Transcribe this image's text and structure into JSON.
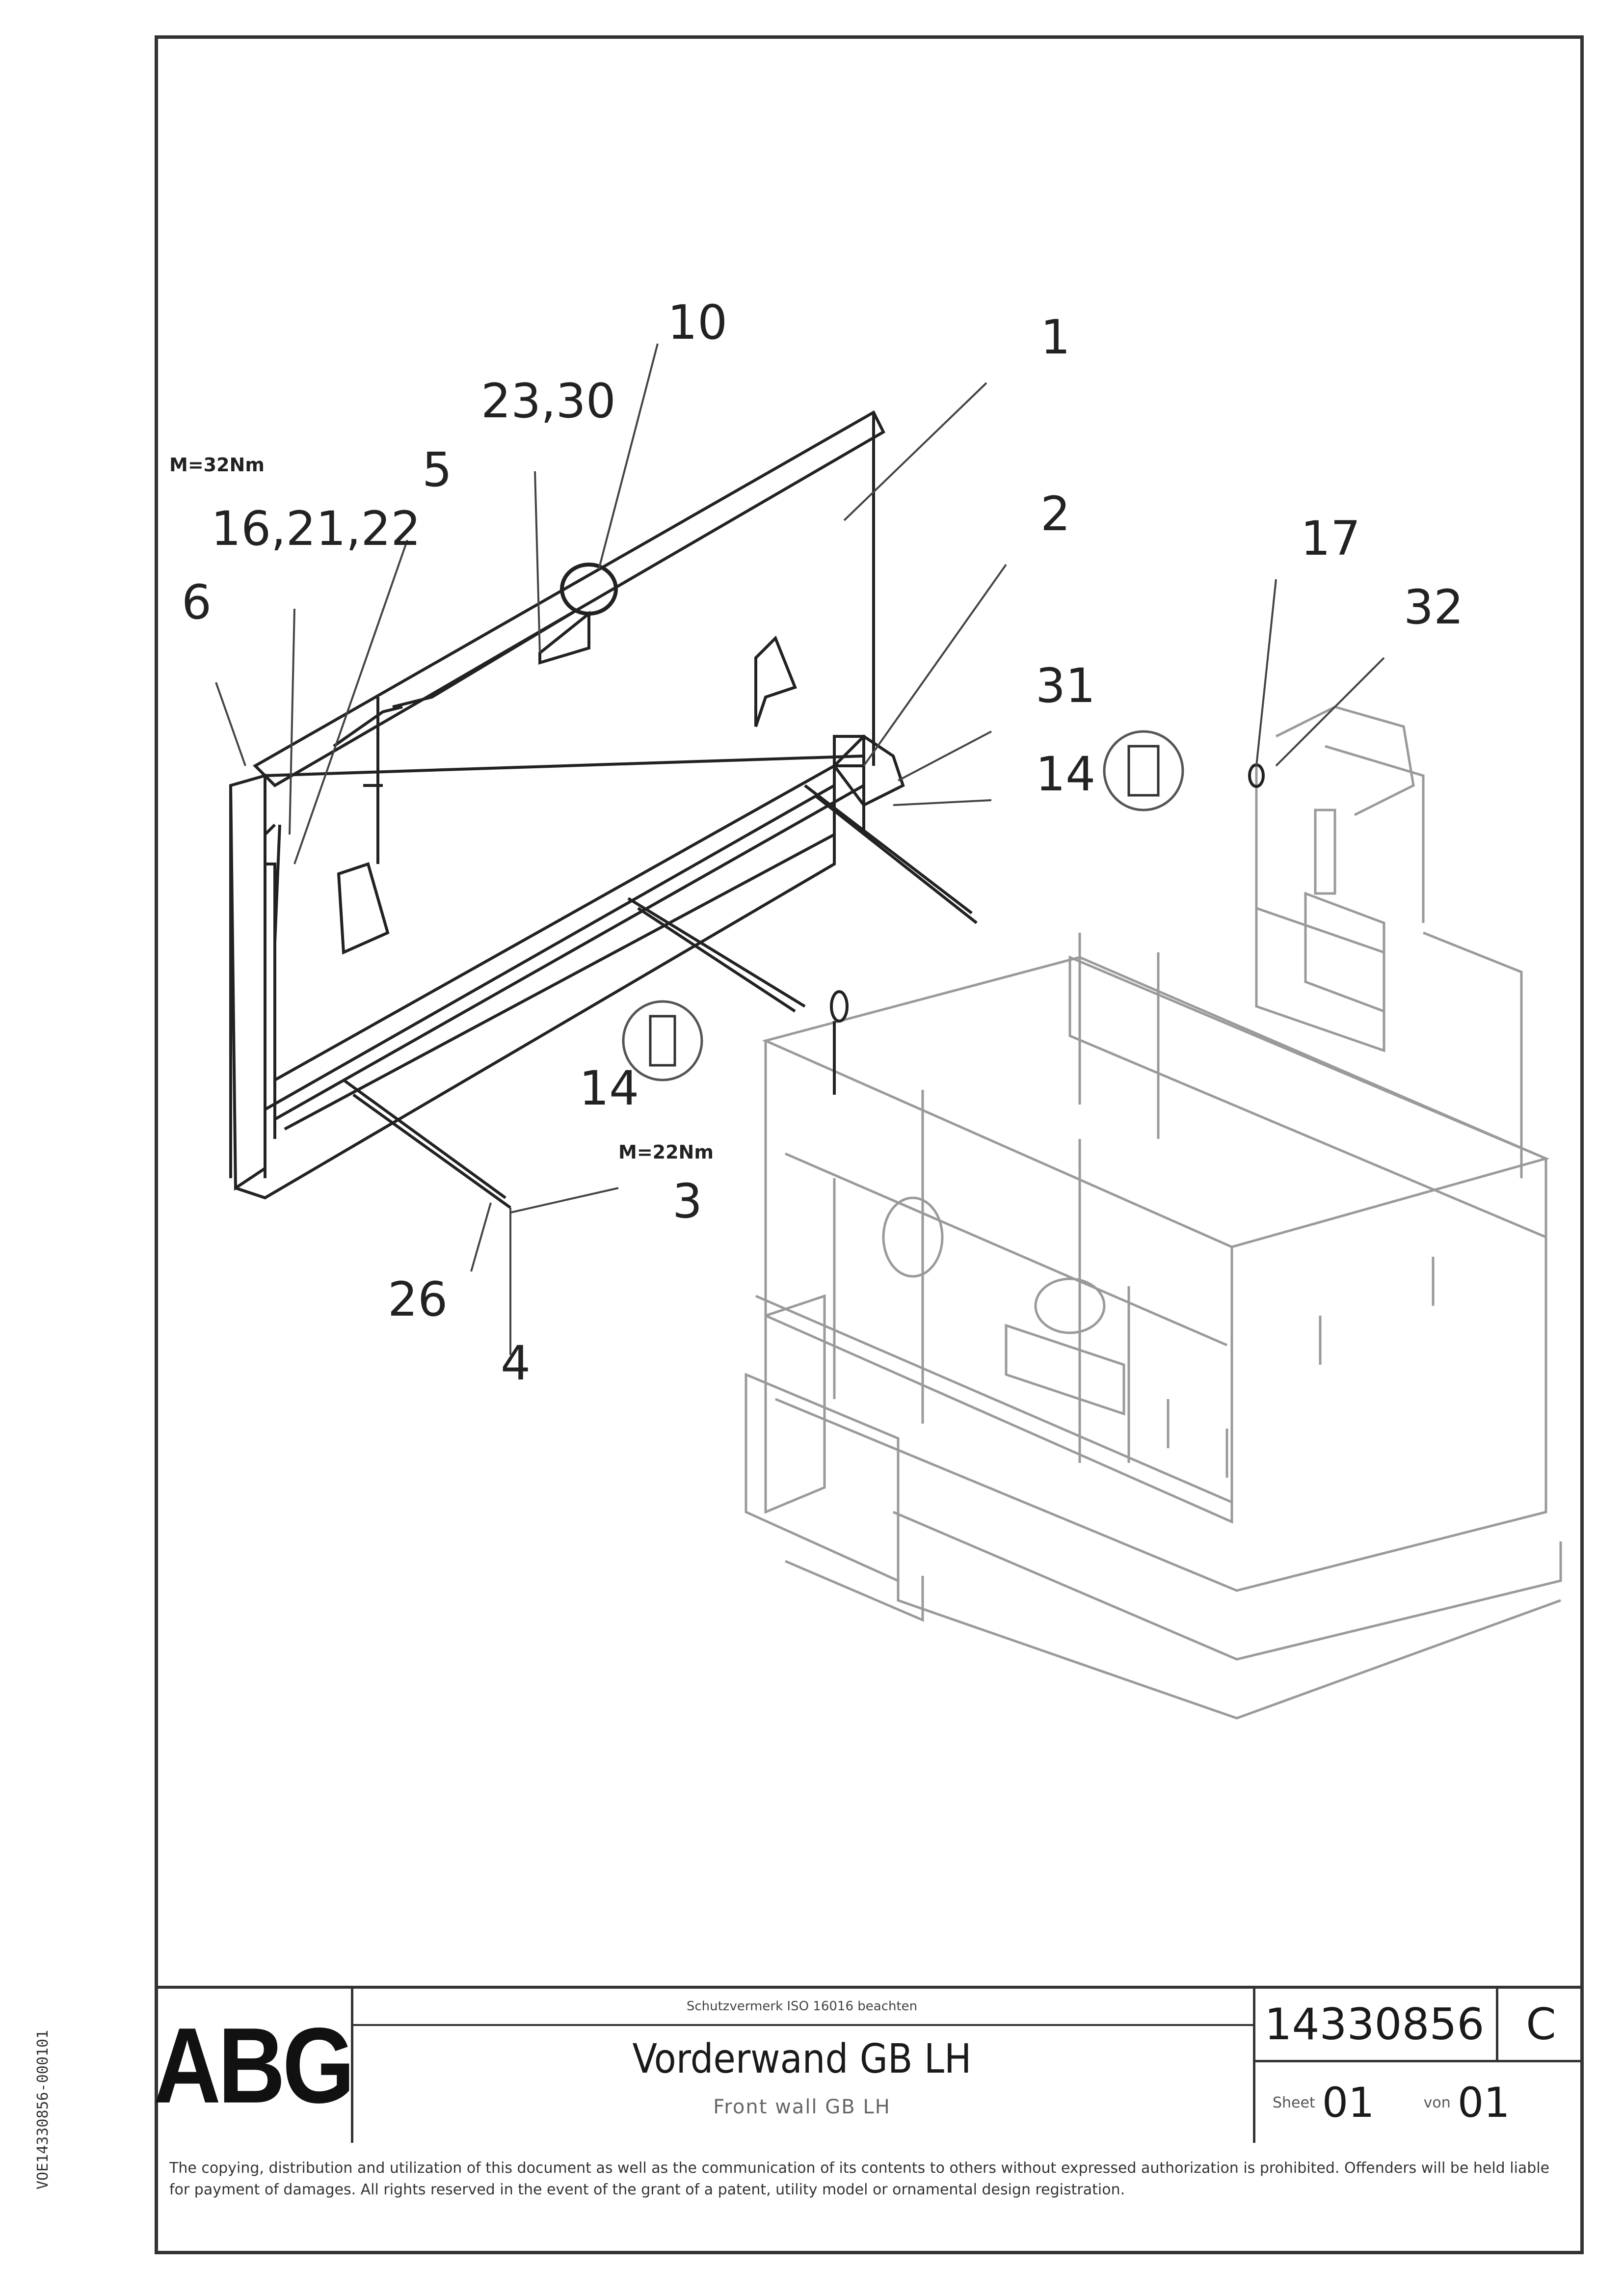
{
  "drawing": {
    "callouts": [
      "10",
      "1",
      "23,30",
      "5",
      "16,21,22",
      "6",
      "2",
      "17",
      "32",
      "31",
      "14",
      "14",
      "3",
      "26",
      "4"
    ],
    "torque_labels": [
      "M=32Nm",
      "M=22Nm"
    ]
  },
  "title_block": {
    "logo": "ABG",
    "header_note": "Schutzvermerk ISO 16016 beachten",
    "title": "Vorderwand GB LH",
    "subtitle": "Front wall GB LH",
    "part_number": "14330856",
    "revision": "C",
    "sheet_label": "Sheet",
    "sheet_value": "01",
    "of_label": "von",
    "of_value": "01"
  },
  "notice": "The copying, distribution and utilization of this document as well as the communication of its contents to others without expressed authorization is prohibited. Offenders will be held liable for payment of damages. All rights reserved in the event of the grant of a patent, utility model or ornamental design registration.",
  "side_code": "VOE14330856-000101"
}
